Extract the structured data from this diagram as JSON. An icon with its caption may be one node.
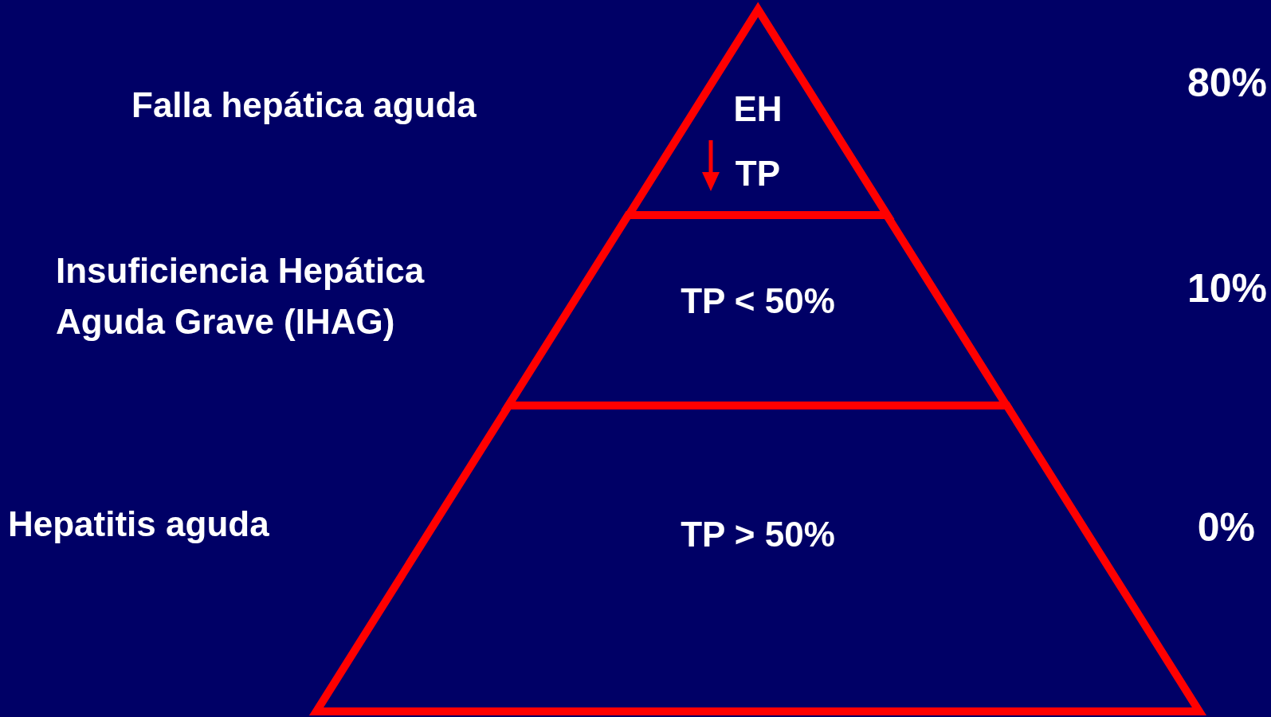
{
  "diagram": {
    "nodes": [
      {
        "text": [
          "EH",
          "TP"
        ]
      },
      {
        "text": [
          "TP < 50%"
        ]
      },
      {
        "text": [
          "TP > 50%"
        ]
      }
    ],
    "labels": [
      "Falla hepática aguda",
      "80%",
      "Insuficiencia Hepática Aguda Grave (IHAG)",
      "10%",
      "Hepatitis aguda",
      "0%"
    ]
  }
}
